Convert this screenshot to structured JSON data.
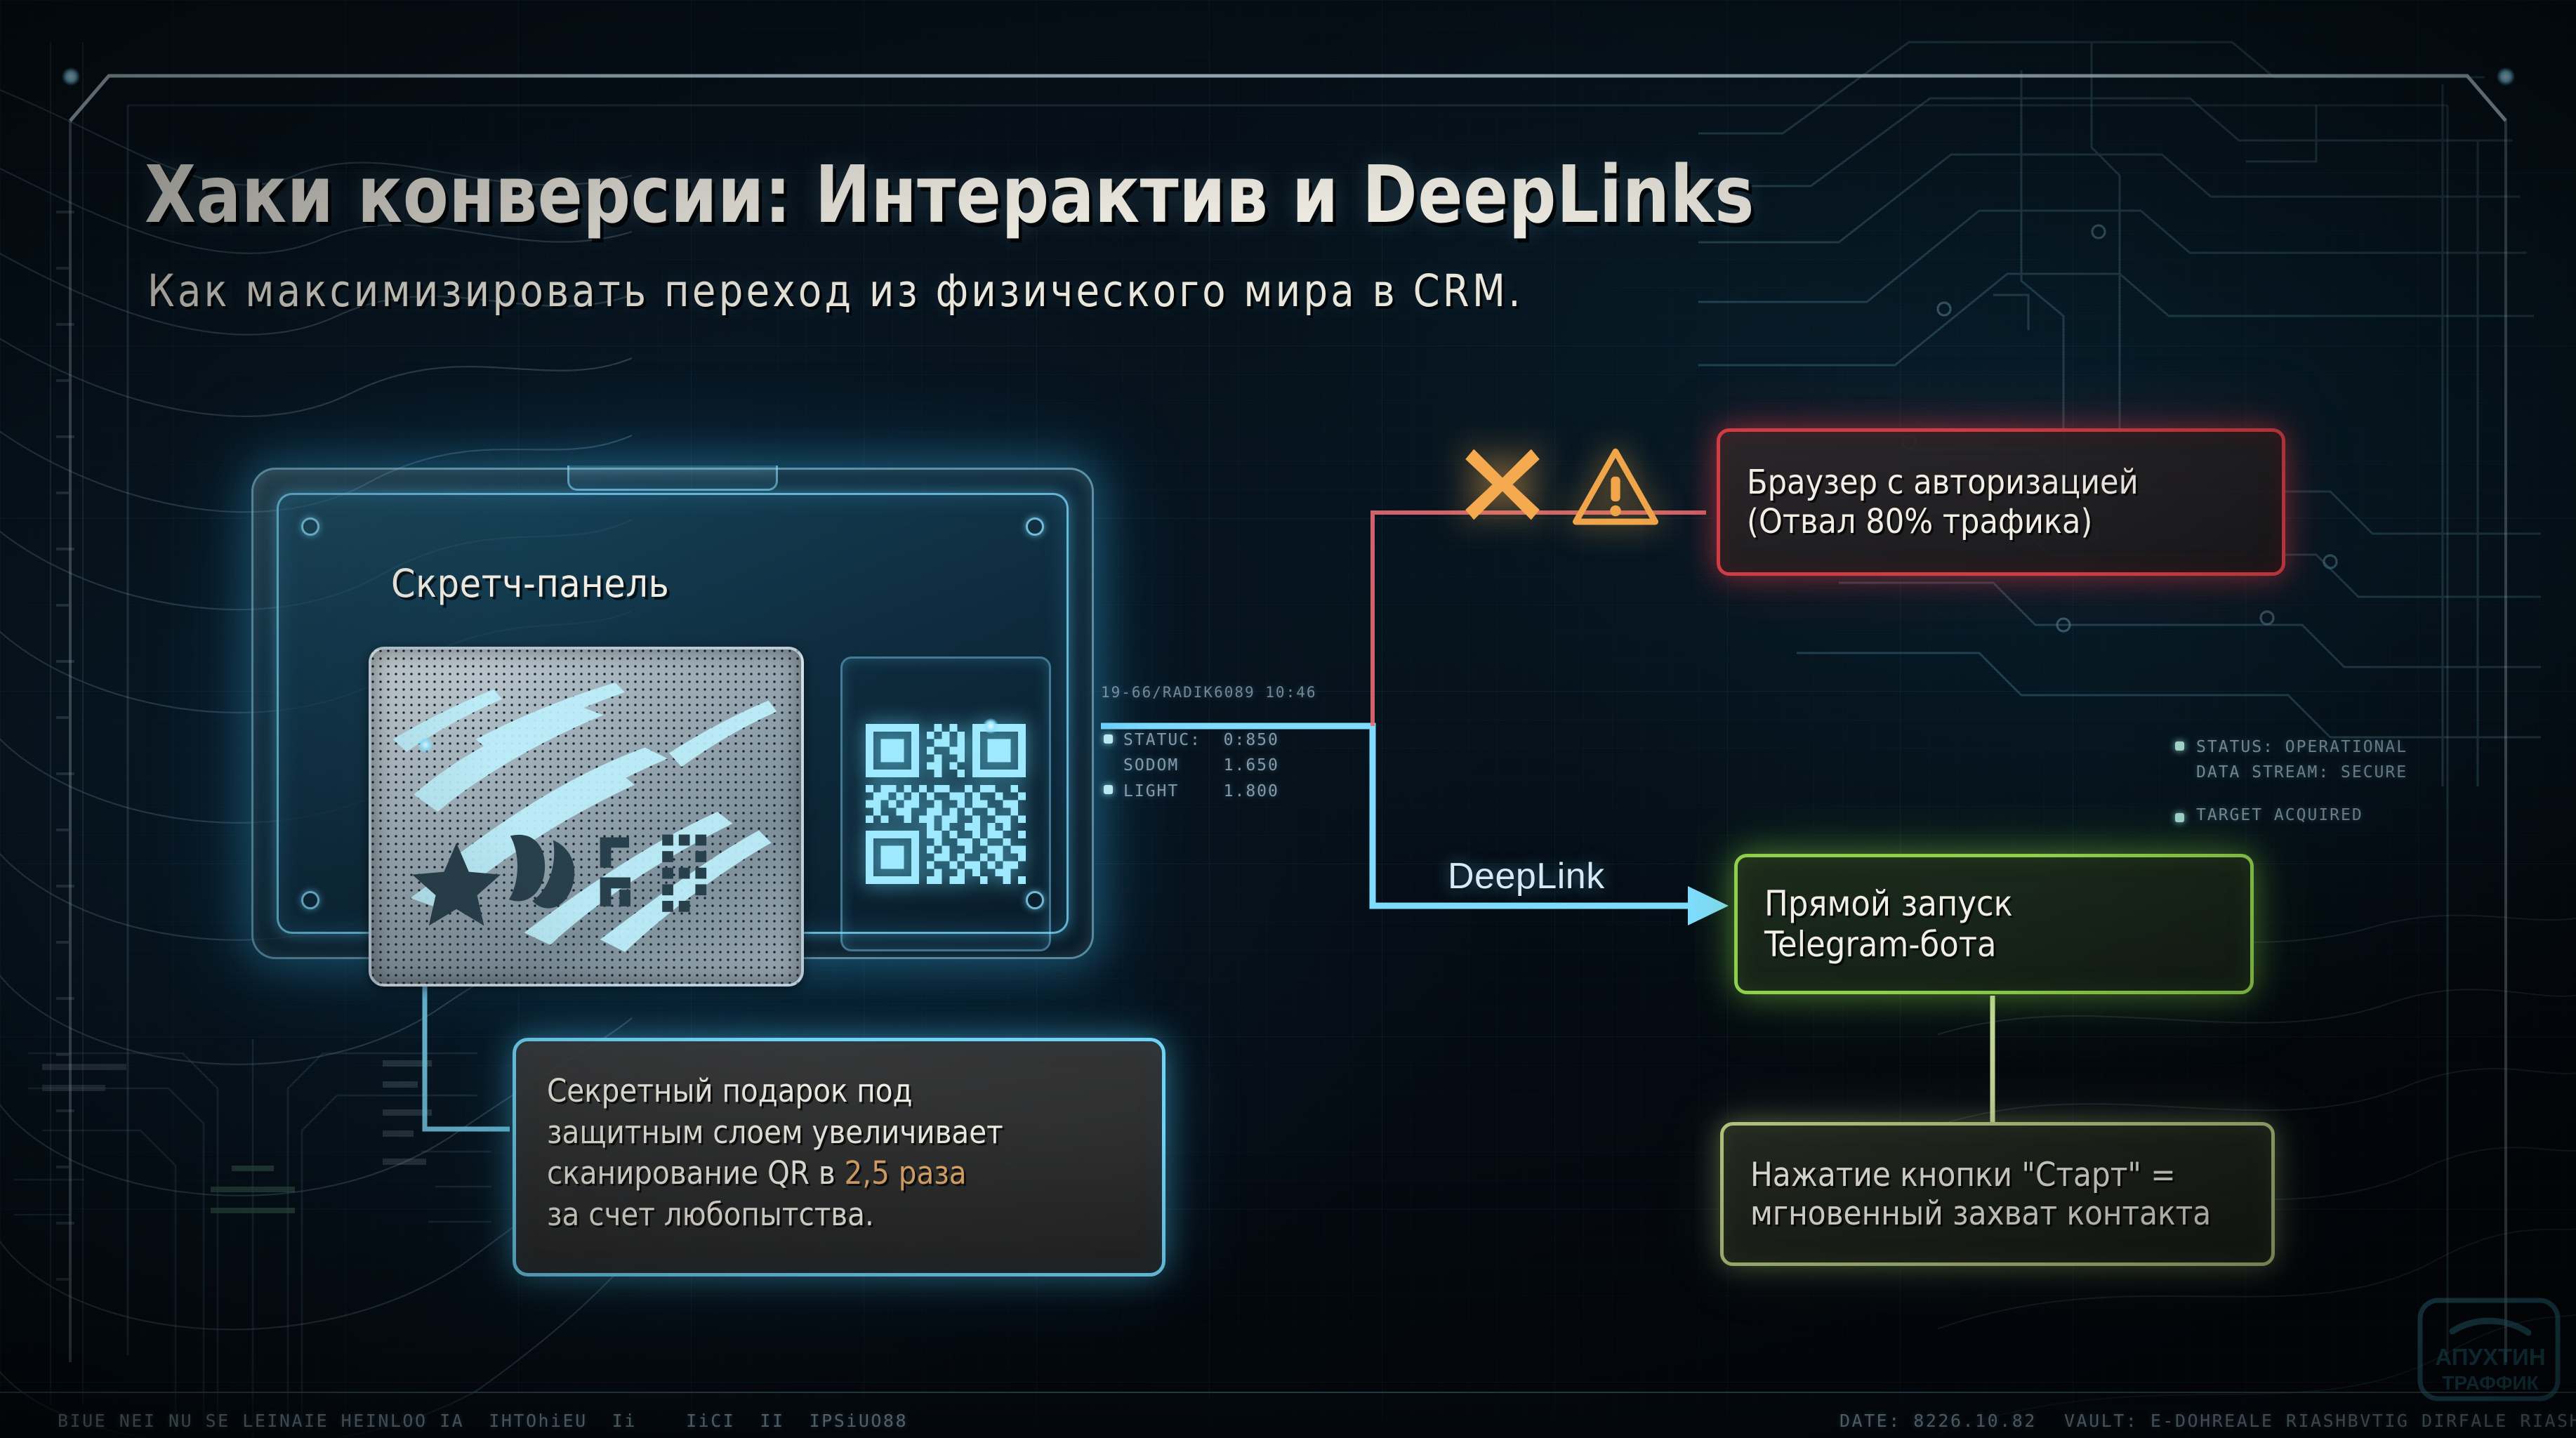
{
  "header": {
    "title": "Хаки конверсии: Интерактив и DeepLinks",
    "subtitle": "Как максимизировать переход из физического мира в CRM."
  },
  "device": {
    "label": "Скретч-панель",
    "scratch_marks": [
      "★",
      "QR"
    ]
  },
  "flow": {
    "deeplink_label": "DeepLink"
  },
  "callouts": {
    "browser_warning": "Браузер с авторизацией\n(Отвал 80% трафика)",
    "telegram_launch": "Прямой запуск\nTelegram-бота",
    "start_capture": "Нажатие кнопки \"Старт\" =\nмгновенный захват контакта",
    "gift_note_part1": "Секретный подарок под\nзащитным слоем увеличивает\nсканирование QR в ",
    "gift_note_highlight": "2,5 раза",
    "gift_note_part2": "\nза счет любопытства."
  },
  "hud": {
    "timestamp": "19-66/RADIK6089 10:46",
    "left_rows": "STATUC:  0:850\nSODOM    1.650\nLIGHT    1.800",
    "right_row1": "STATUS: OPERATIONAL",
    "right_row2": "DATA STREAM: SECURE",
    "right_row3": "TARGET ACQUIRED",
    "status_left": "BIUE NEI NU SE LEINAIE HEINLOO IA  IHTOhiEU  Ii    IiCI  II  IPSiUO88",
    "status_date": "DATE: 8226.10.82",
    "status_vault": "VAULT: E-DOHREALE RIASHBVTIG DIRFALE RIASHBVTIG"
  },
  "logo": {
    "line1": "АПУХТИН",
    "line2": "ТРАФФИК"
  },
  "colors": {
    "accent_cyan": "#6fd3f5",
    "danger_red": "#cf3c44",
    "success_green": "#8fcf4a",
    "olive": "#b9cc84",
    "warn_orange": "#f5aa50",
    "highlight_tan": "#e0a96a"
  }
}
